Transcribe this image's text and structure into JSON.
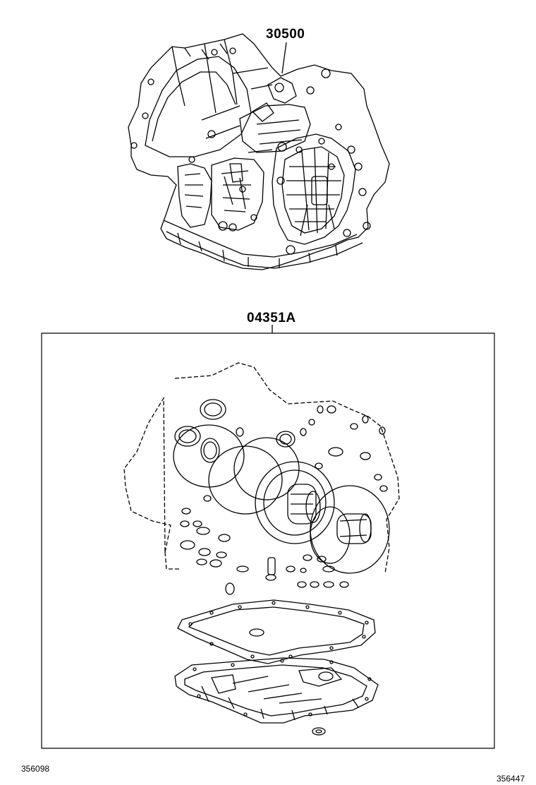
{
  "diagram": {
    "part_labels": {
      "transaxle": "30500",
      "overhaul_kit": "04351A"
    },
    "footer": {
      "left_code": "356098",
      "right_code": "356447"
    }
  }
}
